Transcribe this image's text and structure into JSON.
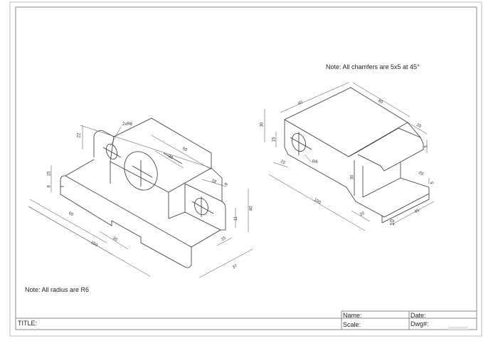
{
  "notes": {
    "chamfers": "Note: All chamfers are 5x5 at 45°",
    "radius": "Note: All radius are R6"
  },
  "title_block": {
    "title": "TITLE:",
    "name": "Name:",
    "date": "Date:",
    "scale": "Scale:",
    "dwg": "Dwg#:"
  },
  "left_part": {
    "dims": [
      "2xR6",
      "22",
      "60",
      "30",
      "18",
      "8",
      "15",
      "8",
      "60",
      "30",
      "150",
      "11",
      "40",
      "15",
      "37"
    ]
  },
  "right_part": {
    "dims": [
      "40",
      "80",
      "30",
      "15",
      "15",
      "R6",
      "20",
      "5",
      "30",
      "20",
      "5",
      "100",
      "20",
      "45",
      "10"
    ]
  }
}
